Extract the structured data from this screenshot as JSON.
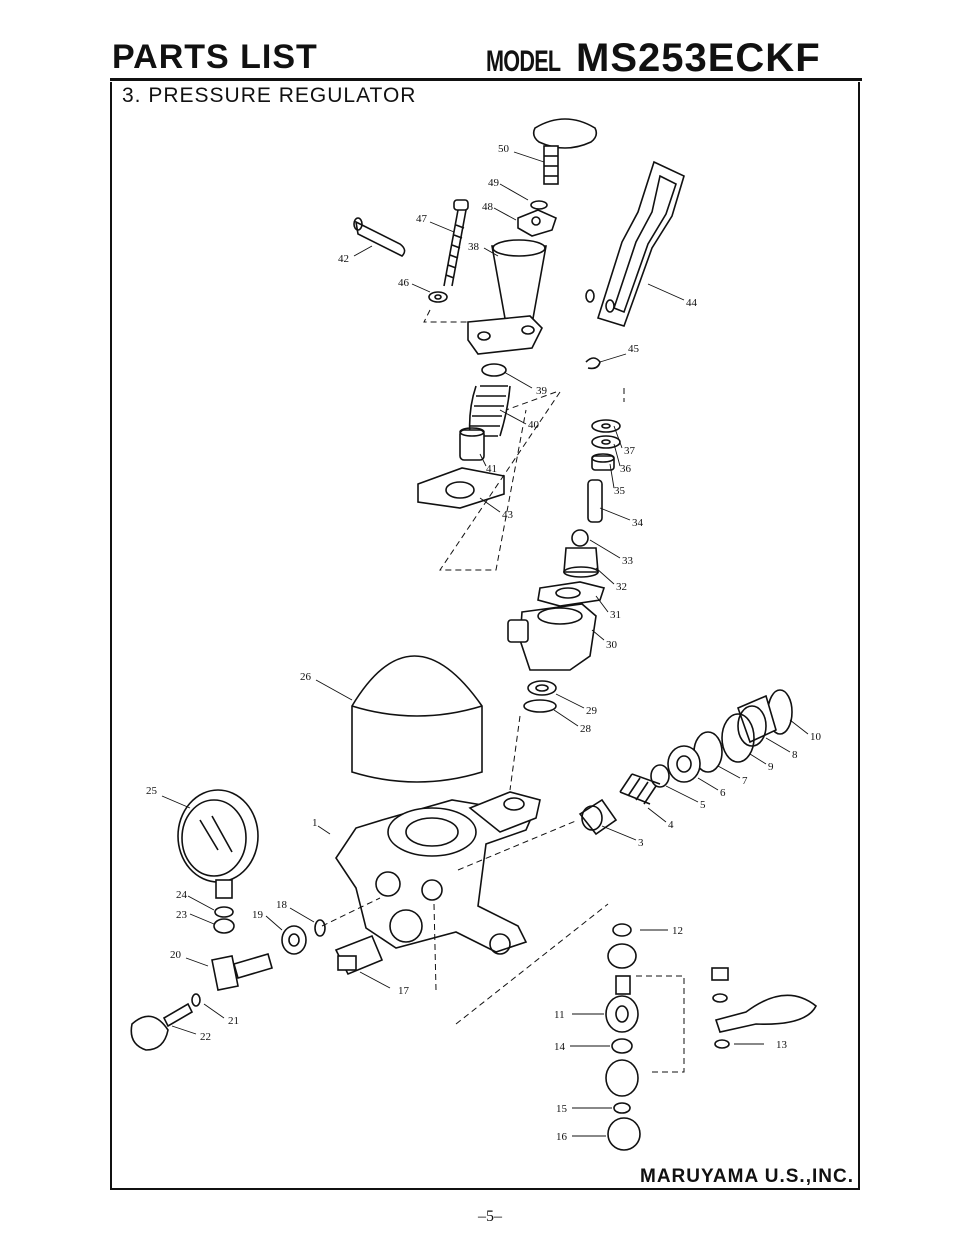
{
  "header": {
    "title": "PARTS LIST",
    "model_label": "MODEL",
    "model_number": "MS253ECKF"
  },
  "section": {
    "title": "3. PRESSURE REGULATOR"
  },
  "footer": {
    "company": "MARUYAMA U.S.,INC.",
    "page": "–5–"
  },
  "part_labels": [
    "50",
    "49",
    "48",
    "47",
    "42",
    "38",
    "46",
    "44",
    "45",
    "39",
    "40",
    "41",
    "43",
    "37",
    "36",
    "35",
    "34",
    "33",
    "32",
    "31",
    "30",
    "26",
    "29",
    "28",
    "10",
    "8",
    "9",
    "7",
    "6",
    "5",
    "4",
    "3",
    "25",
    "1",
    "24",
    "23",
    "18",
    "19",
    "12",
    "20",
    "17",
    "11",
    "13",
    "21",
    "22",
    "14",
    "15",
    "16"
  ]
}
